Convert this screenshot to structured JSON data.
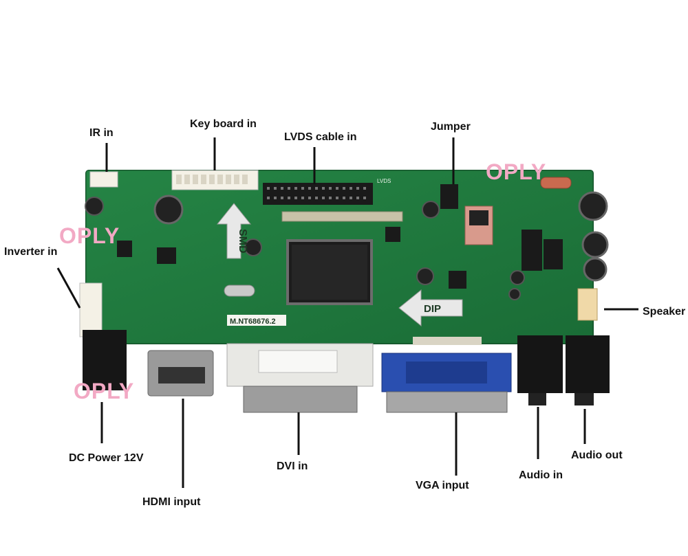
{
  "labels": {
    "ir_in": "IR in",
    "keyboard_in": "Key board in",
    "lvds_cable_in": "LVDS cable in",
    "jumper": "Jumper",
    "inverter_in": "Inverter in",
    "speaker": "Speaker",
    "dc_power": "DC Power 12V",
    "hdmi_input": "HDMI input",
    "dvi_in": "DVI  in",
    "vga_input": "VGA input",
    "audio_in": "Audio in",
    "audio_out": "Audio out"
  },
  "watermark": "OPLY",
  "board": {
    "model": "M.NT68676.2",
    "smd": "SMD",
    "dip": "DIP",
    "lvds": "LVDS"
  },
  "colors": {
    "pcb": "#1f7a3e",
    "vga_blue": "#2a4fb0",
    "watermark": "#f2a9c4"
  }
}
